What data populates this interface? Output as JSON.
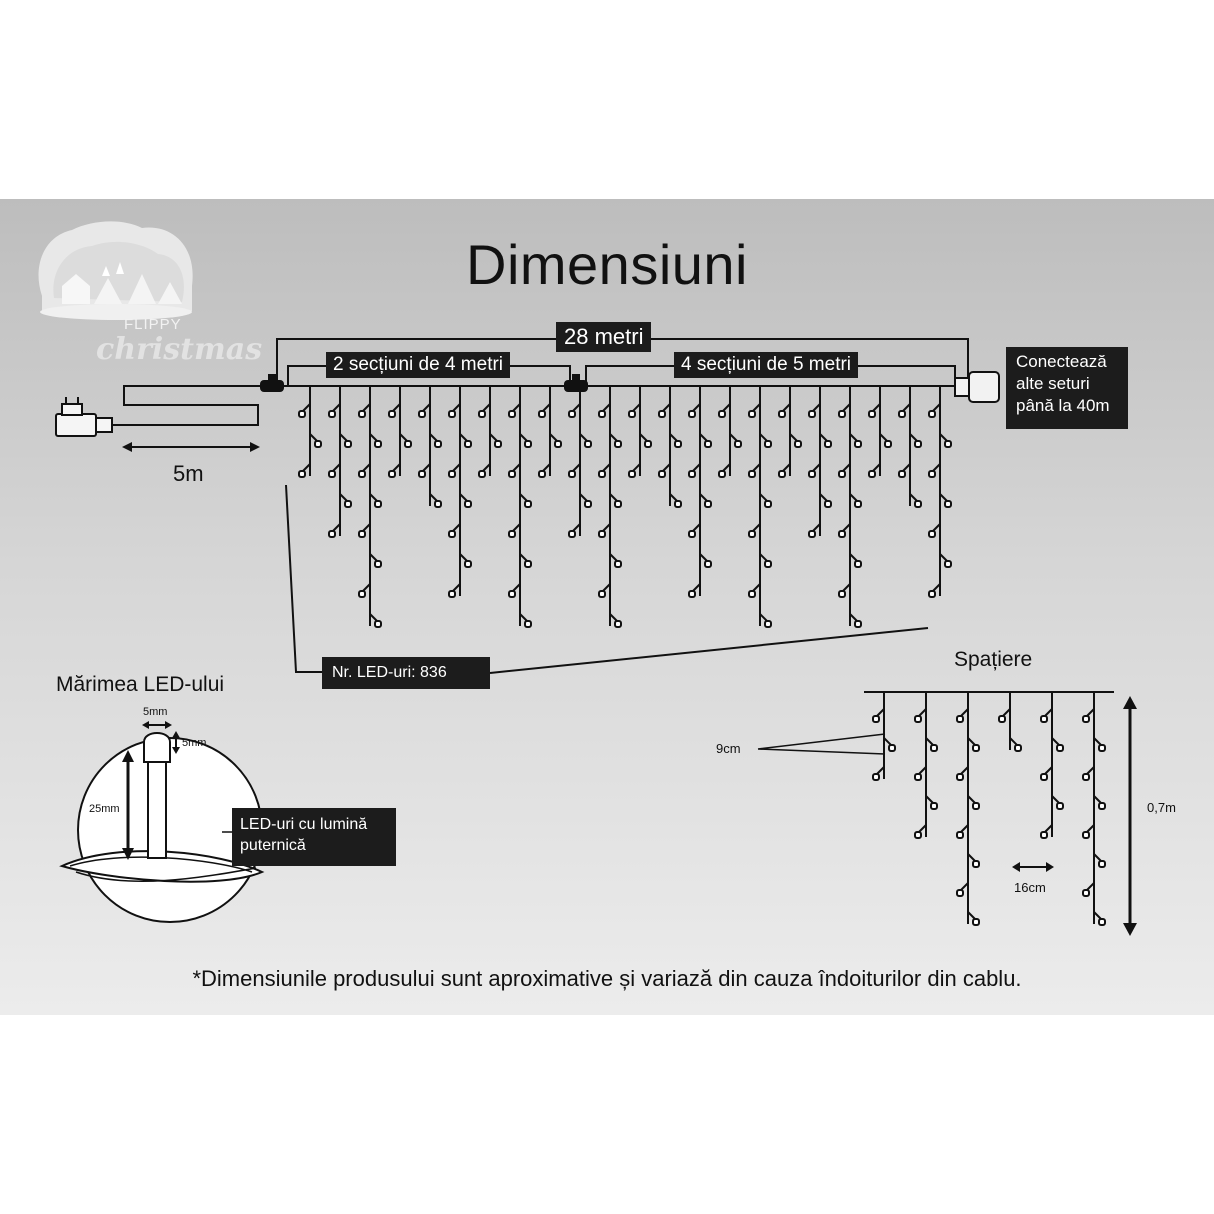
{
  "title": "Dimensiuni",
  "brand": {
    "line1": "FLIPPY",
    "line2": "christmas"
  },
  "labels": {
    "total_length": "28 metri",
    "section_a": "2 secțiuni de 4 metri",
    "section_b": "4 secțiuni de 5 metri",
    "connect": [
      "Conectează",
      "alte seturi",
      "până la 40m"
    ],
    "lead_length": "5m",
    "led_count": "Nr. LED-uri: 836"
  },
  "led_size": {
    "title": "Mărimea LED-ului",
    "width": "5mm",
    "height": "5mm",
    "stem": "25mm",
    "callout": [
      "LED-uri cu lumină",
      "puternică"
    ]
  },
  "spacing": {
    "title": "Spațiere",
    "vertical": "9cm",
    "horizontal": "16cm",
    "drop": "0,7m"
  },
  "footnote": "*Dimensiunile produsului sunt aproximative și variază din cauza îndoiturilor din cablu.",
  "colors": {
    "panel": "#d2d2d2",
    "ink": "#111111",
    "label_box": "#1c1c1c"
  },
  "icons": [
    "plug-icon",
    "snowy-village-logo-icon",
    "led-bulb-icon",
    "twisted-wire-icon",
    "connector-icon"
  ]
}
